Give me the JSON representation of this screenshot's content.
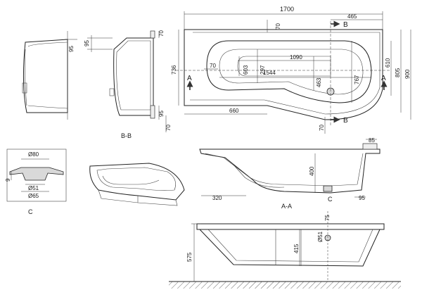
{
  "plan_view": {
    "overall_length": "1700",
    "end_width": "465",
    "wall_gap": "70",
    "arrow_b_top": "B",
    "arrow_b_bottom": "B",
    "arrow_a_left": "A",
    "arrow_a_right": "A",
    "left_width": "736",
    "inner_offset": "70",
    "inner_length_top": "1090",
    "inner_width_left": "603",
    "inner_width_mid": "297",
    "inner_length_mid": "1544",
    "waste_offset": "463",
    "right_inner_width": "767",
    "width_610": "610",
    "width_805": "805",
    "width_900": "900",
    "bottom_length": "660",
    "bottom_gap": "70"
  },
  "end_view_left": {
    "height_95": "95"
  },
  "section_bb": {
    "top_rim": "70",
    "height_95": "95",
    "foot_70": "70",
    "caption": "B-B"
  },
  "detail_c": {
    "dia_80": "Ø80",
    "height_9": "9",
    "dia_51": "Ø51",
    "dia_65": "Ø65",
    "caption": "C"
  },
  "section_aa": {
    "rim_85": "85",
    "depth_400": "400",
    "offset_320": "320",
    "label_c": "C",
    "foot_95": "95",
    "caption": "A-A"
  },
  "front_view": {
    "height_575": "575",
    "height_415": "415",
    "dia_51": "Ø51",
    "offset_75": "75"
  }
}
